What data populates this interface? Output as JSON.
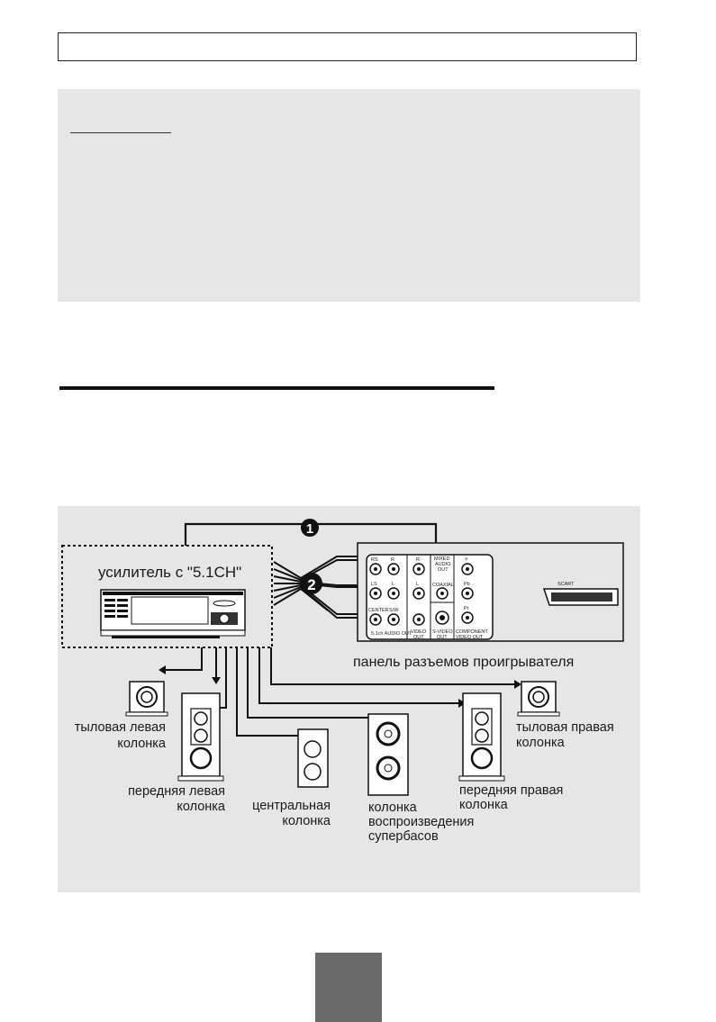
{
  "header": {
    "text": ""
  },
  "note": {
    "title": "",
    "body": ""
  },
  "section": {
    "title": ""
  },
  "diagram": {
    "amplifier_label": "усилитель с \"5.1CH\"",
    "panel_caption": "панель разъемов проигрывателя",
    "badge_1": "1",
    "badge_2": "2",
    "panel_labels": {
      "rs": "RS",
      "r": "R",
      "ls": "LS",
      "l": "L",
      "center": "CENTER",
      "sw": "S/W",
      "audio_out": "5.1ch AUDIO OUT",
      "r2": "R",
      "l2": "L",
      "mixed_audio_out": [
        "MIXED",
        "AUDIO",
        "OUT"
      ],
      "coaxial": "COAXIAL",
      "video_out": [
        "VIDEO",
        "OUT"
      ],
      "svideo_out": [
        "S-VIDEO",
        "OUT"
      ],
      "y": "Y",
      "pb": "Pb",
      "pr": "Pr",
      "component_video_out": [
        "COMPONENT",
        "VIDEO OUT"
      ],
      "scart": "SCART"
    },
    "speakers": {
      "rear_left": [
        "тыловая левая",
        "колонка"
      ],
      "front_left": [
        "передняя левая",
        "колонка"
      ],
      "center": [
        "центральная",
        "колонка"
      ],
      "subwoofer": [
        "колонка",
        "воспроизведения",
        "супербасов"
      ],
      "front_right": [
        "передняя правая",
        "колонка"
      ],
      "rear_right": [
        "тыловая правая",
        "колонка"
      ]
    }
  },
  "page_number": ""
}
